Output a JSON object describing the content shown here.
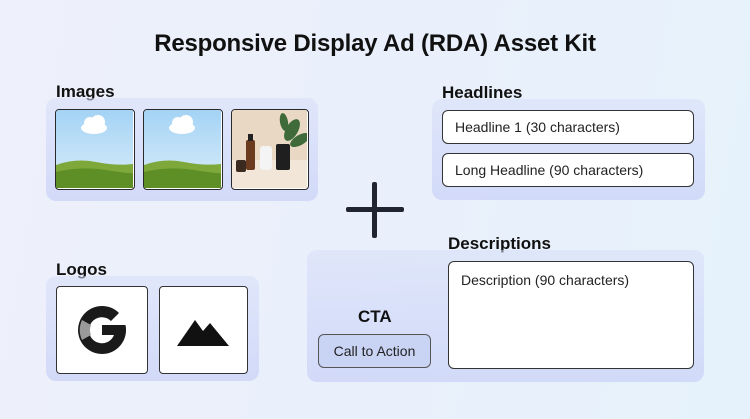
{
  "title": "Responsive Display Ad (RDA) Asset Kit",
  "images": {
    "heading": "Images",
    "items": [
      "landscape-placeholder",
      "landscape-placeholder",
      "product-photo"
    ]
  },
  "headlines": {
    "heading": "Headlines",
    "items": [
      "Headline 1 (30 characters)",
      "Long Headline (90 characters)"
    ]
  },
  "descriptions": {
    "heading": "Descriptions",
    "text": "Description (90 characters)"
  },
  "logos": {
    "heading": "Logos",
    "items": [
      "google-g-logo",
      "mountain-logo"
    ]
  },
  "cta": {
    "heading": "CTA",
    "button_label": "Call to Action"
  },
  "icons": {
    "plus": "plus-icon"
  },
  "colors": {
    "panel": "#d3dbf8",
    "cta_button": "#c9d3f4",
    "sky": "#a9d6f5",
    "grass": "#6c9a2a",
    "text": "#111111"
  }
}
